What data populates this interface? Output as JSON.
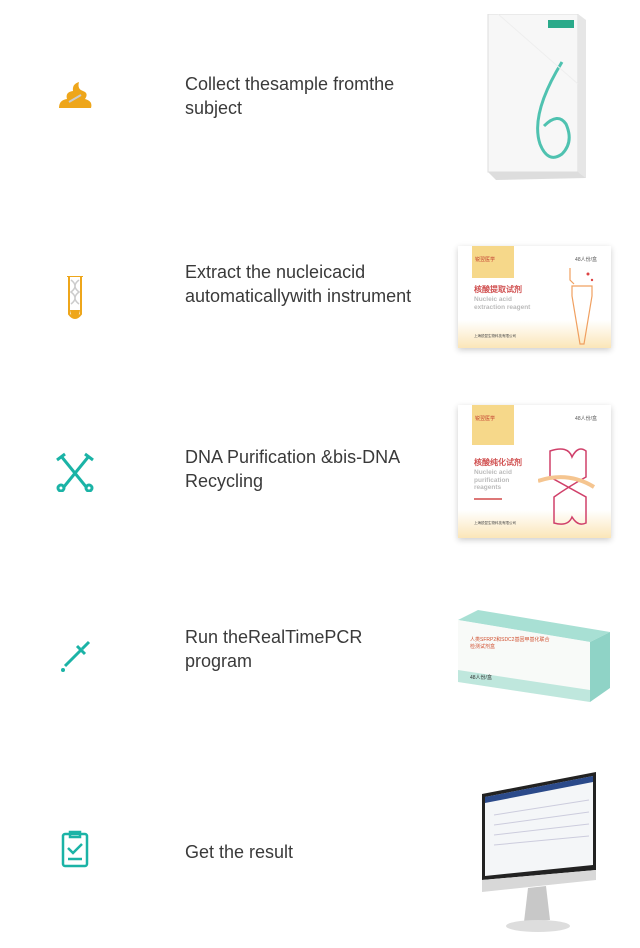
{
  "steps": [
    {
      "label": "Collect thesample fromthe subject",
      "icon": "stool-sample-icon"
    },
    {
      "label": "Extract the nucleicacid automaticallywith instrument",
      "icon": "test-tube-dna-icon"
    },
    {
      "label": "DNA Purification &bis-DNA Recycling",
      "icon": "dna-scissors-icon"
    },
    {
      "label": "Run theRealTimePCR program",
      "icon": "dropper-icon"
    },
    {
      "label": "Get the result",
      "icon": "clipboard-check-icon"
    }
  ],
  "products": {
    "extraction": {
      "cn": "核酸提取试剂",
      "en": "Nucleic acid extraction reagent",
      "count": "48人份/盒",
      "company": "上海锐翌生物科技有限公司",
      "brand": "锐翌医学"
    },
    "purification": {
      "cn": "核酸纯化试剂",
      "en": "Nucleic acid purification reagents",
      "count": "48人份/盒",
      "company": "上海锐翌生物科技有限公司",
      "brand": "锐翌医学"
    },
    "pcr": {
      "cn": "人类SFRP2和SDC2基因甲基化联合检测试剂盒",
      "count": "48人份/盒"
    }
  },
  "colors": {
    "orange": "#eea61b",
    "teal": "#1bb3a6"
  }
}
